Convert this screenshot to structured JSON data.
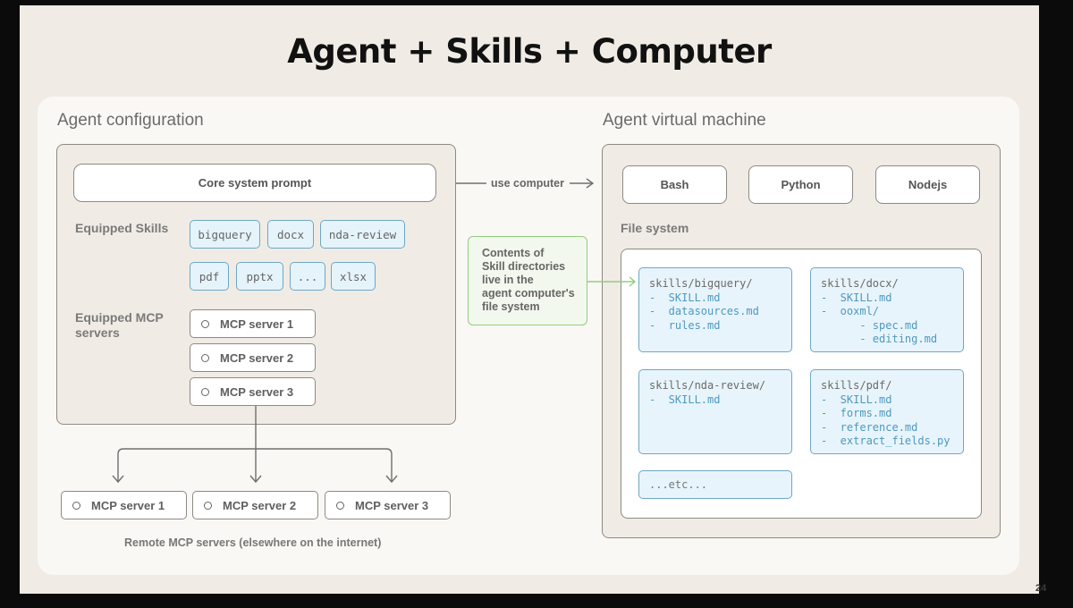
{
  "title": "Agent + Skills + Computer",
  "agent_configuration": {
    "label": "Agent configuration",
    "core_system_prompt": "Core system prompt",
    "equipped_skills_label": "Equipped Skills",
    "skills": [
      "bigquery",
      "docx",
      "nda-review",
      "pdf",
      "pptx",
      "...",
      "xlsx"
    ],
    "equipped_mcp_label_line1": "Equipped MCP",
    "equipped_mcp_label_line2": "servers",
    "mcp_servers": [
      "MCP server 1",
      "MCP server 2",
      "MCP server 3"
    ]
  },
  "connector": {
    "use_computer": "use computer",
    "note_lines": [
      "Contents of",
      "Skill directories",
      "live in the",
      "agent computer's",
      "file system"
    ]
  },
  "remote": {
    "servers": [
      "MCP server 1",
      "MCP server 2",
      "MCP server 3"
    ],
    "caption": "Remote MCP servers (elsewhere on the internet)"
  },
  "agent_vm": {
    "label": "Agent virtual machine",
    "runtimes": [
      "Bash",
      "Python",
      "Nodejs"
    ],
    "file_system_label": "File system",
    "directories": [
      {
        "path": "skills/bigquery/",
        "entries": [
          "-  SKILL.md",
          "-  datasources.md",
          "-  rules.md"
        ]
      },
      {
        "path": "skills/docx/",
        "entries": [
          "-  SKILL.md",
          "-  ooxml/",
          "      - spec.md",
          "      - editing.md"
        ]
      },
      {
        "path": "skills/nda-review/",
        "entries": [
          "-  SKILL.md"
        ]
      },
      {
        "path": "skills/pdf/",
        "entries": [
          "-  SKILL.md",
          "-  forms.md",
          "-  reference.md",
          "-  extract_fields.py"
        ]
      }
    ],
    "etc": "...etc..."
  },
  "page_number": "24",
  "colors": {
    "slide_bg": "#f0ece5",
    "panel_bg": "#faf8f4",
    "skill_border": "#6fa7c4",
    "skill_bg": "#e5f3fb",
    "file_text": "#4d99c0",
    "note_border": "#8fcf7d"
  }
}
